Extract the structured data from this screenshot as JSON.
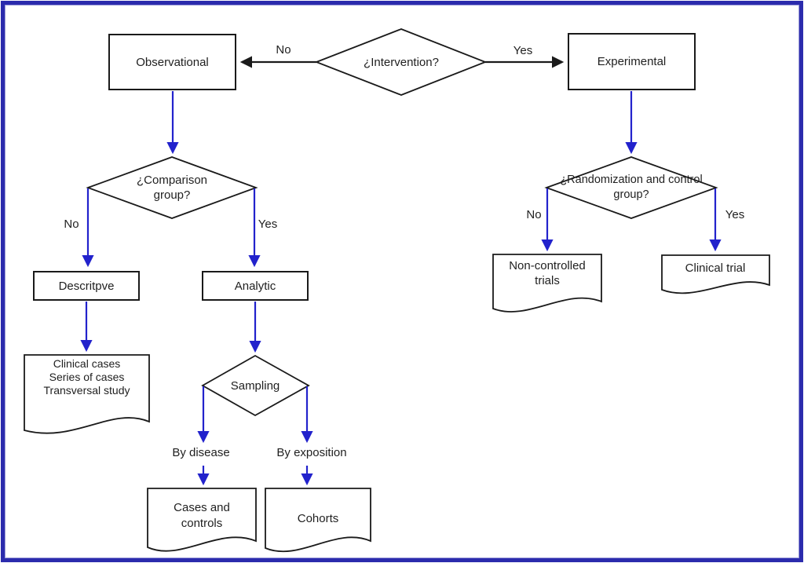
{
  "colors": {
    "arrow_blue": "#2222cc",
    "line_black": "#1a1a1a",
    "frame_blue": "#2b2bad",
    "bg": "#ffffff"
  },
  "nodes": {
    "observational": "Observational",
    "experimental": "Experimental",
    "intervention": "¿Intervention?",
    "comparison": "¿Comparison group?",
    "descriptive": "Descritpve",
    "analytic": "Analytic",
    "sampling": "Sampling",
    "randomization": "¿Randomization and control group?",
    "clinical_cases_lines": [
      "Clinical cases",
      "Series of cases",
      "Transversal study"
    ],
    "cases_controls": "Cases and controls",
    "cohorts": "Cohorts",
    "non_controlled": "Non-controlled trials",
    "clinical_trial": "Clinical trial"
  },
  "edge_labels": {
    "intervention_no": "No",
    "intervention_yes": "Yes",
    "comparison_no": "No",
    "comparison_yes": "Yes",
    "sampling_by_disease": "By disease",
    "sampling_by_exposition": "By exposition",
    "randomization_no": "No",
    "randomization_yes": "Yes"
  }
}
